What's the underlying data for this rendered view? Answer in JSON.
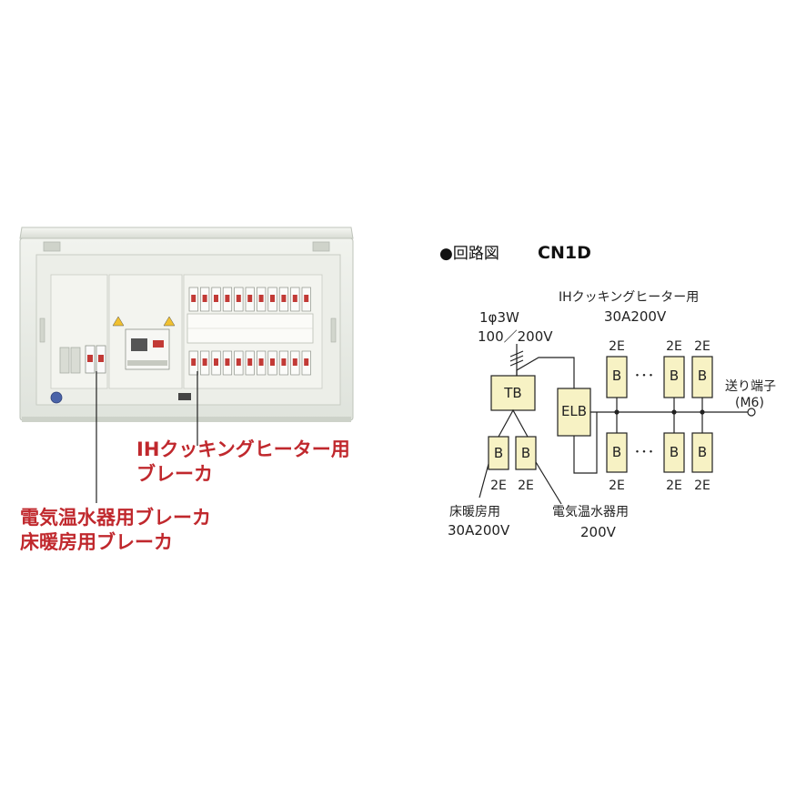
{
  "captions": {
    "ih_line1": "IHクッキングヒーター用",
    "ih_line2": "ブレーカ",
    "water_floor_line1": "電気温水器用ブレーカ",
    "water_floor_line2": "床暖房用ブレーカ"
  },
  "diagram": {
    "title_prefix": "●回路図",
    "model": "CN1D",
    "supply_phase": "1φ3W",
    "supply_voltage": "100／200V",
    "tb": "TB",
    "elb": "ELB",
    "breaker": "B",
    "pole": "2E",
    "dots": "･･･",
    "ih_label": "IHクッキングヒーター用",
    "ih_rating": "30A200V",
    "floor_label": "床暖房用",
    "floor_rating": "30A200V",
    "water_label": "電気温水器用",
    "water_rating": "200V",
    "terminal_label": "送り端子",
    "terminal_model": "(M6)"
  },
  "colors": {
    "caption": "#c0282d",
    "breaker_fill": "#f7f2c4",
    "panel_body": "#e9ece6"
  }
}
